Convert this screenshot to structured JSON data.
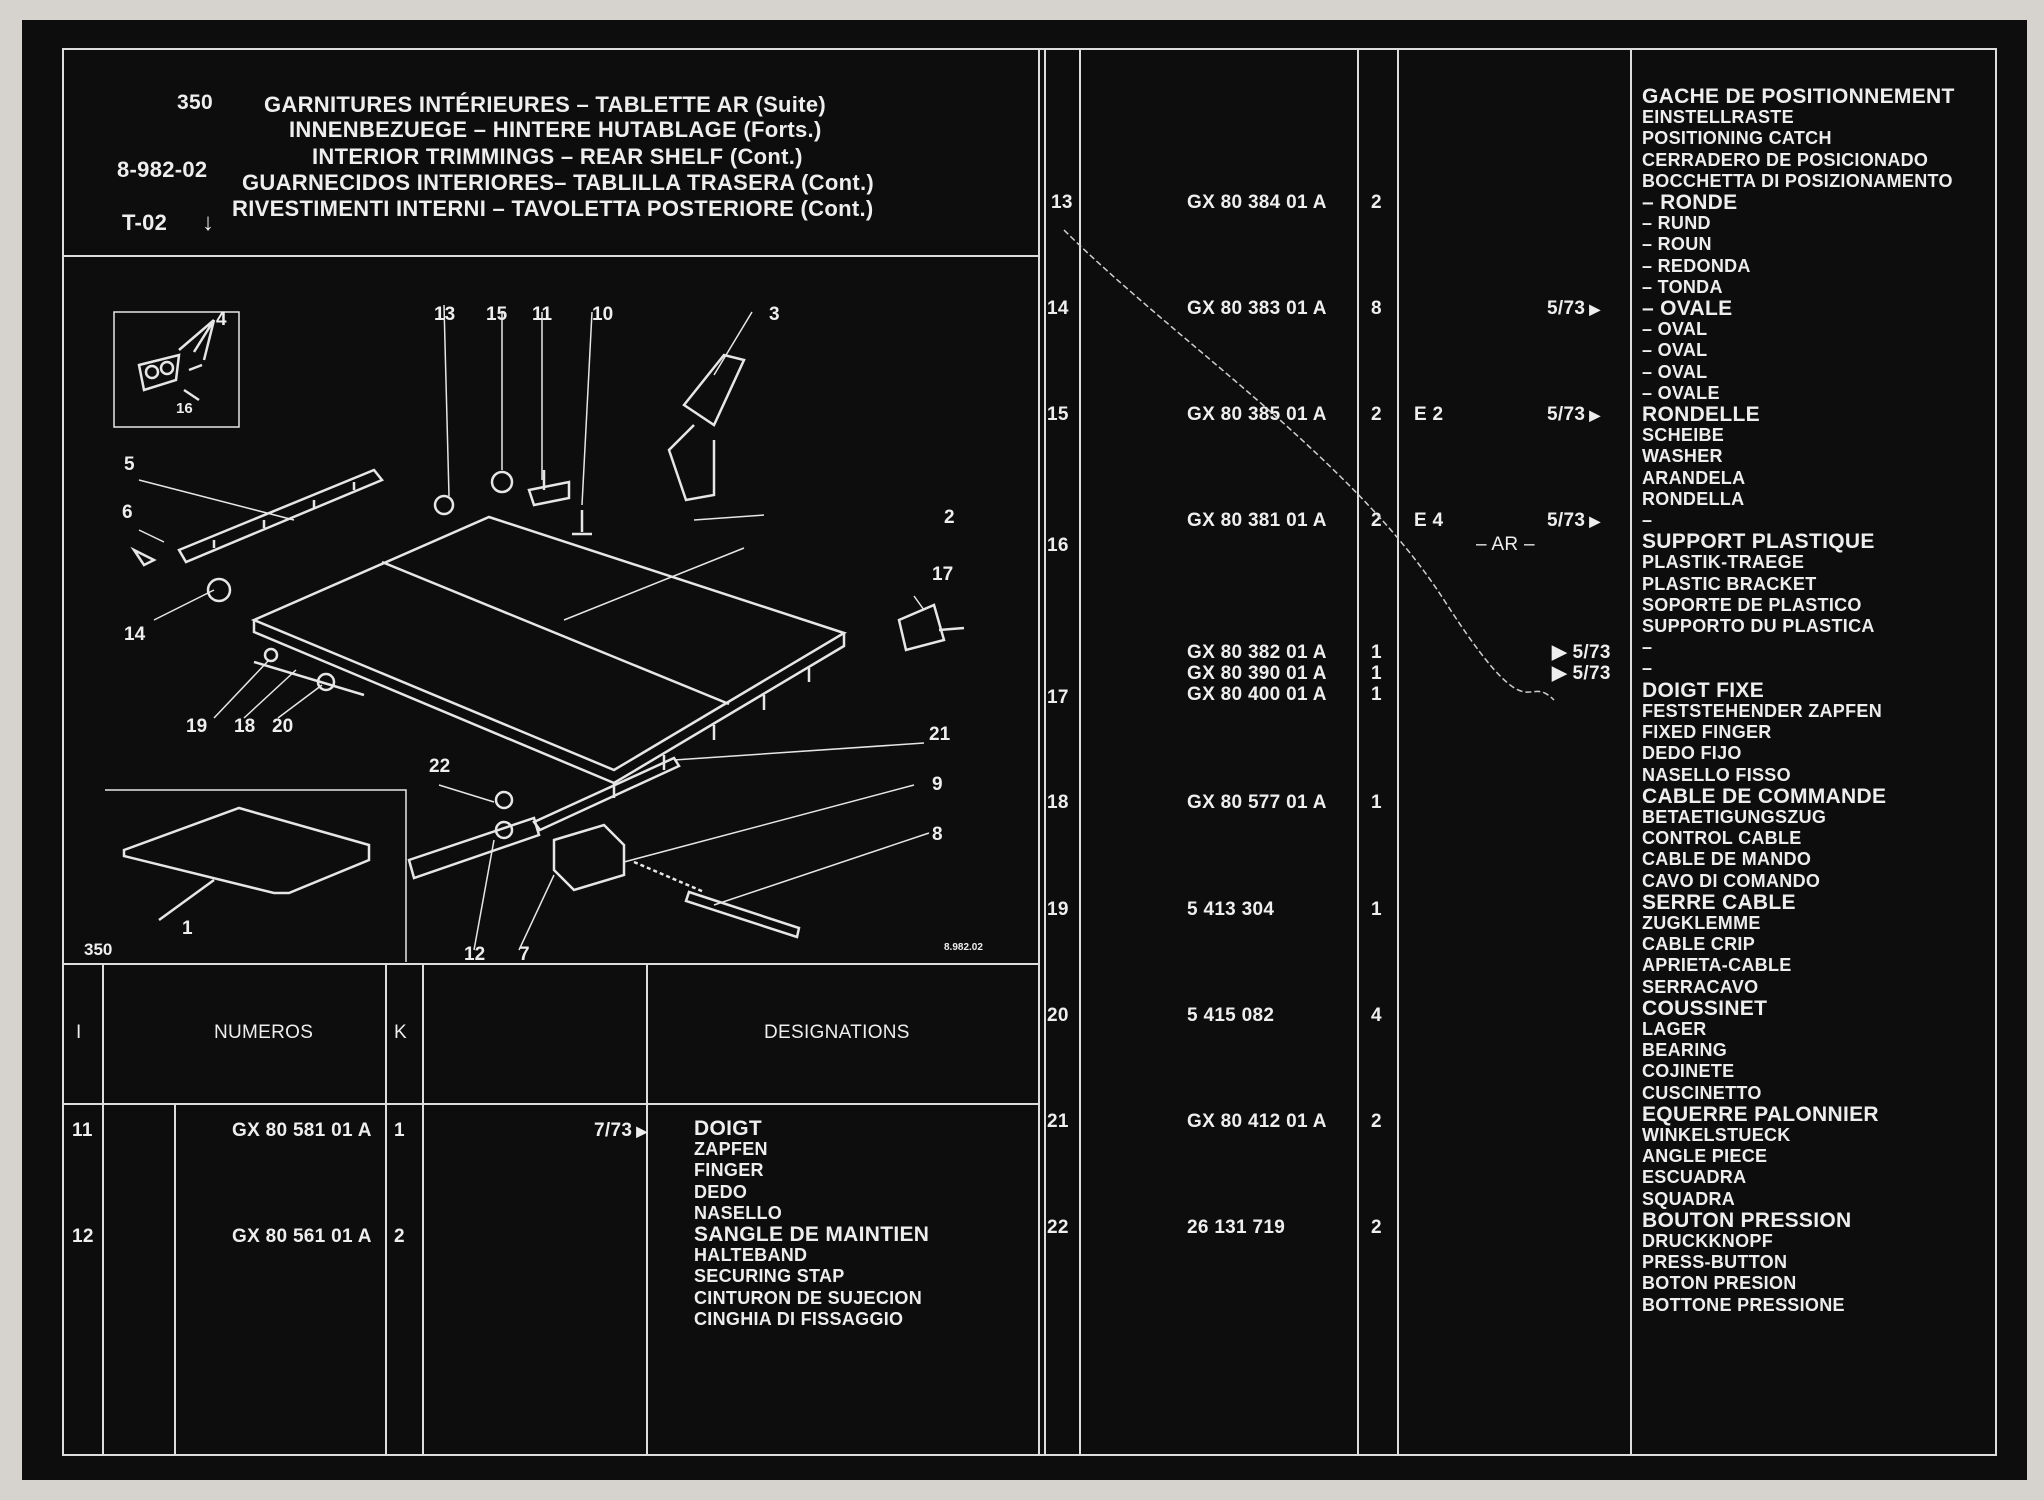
{
  "header": {
    "page_no": "350",
    "ref_code": "8-982-02",
    "section_code": "T-02",
    "titles": [
      "GARNITURES INTÉRIEURES – TABLETTE AR (Suite)",
      "INNENBEZUEGE – HINTERE HUTABLAGE (Forts.)",
      "INTERIOR TRIMMINGS – REAR SHELF (Cont.)",
      "GUARNECIDOS INTERIORES– TABLILLA TRASERA (Cont.)",
      "RIVESTIMENTI INTERNI – TAVOLETTA POSTERIORE (Cont.)"
    ]
  },
  "diagram": {
    "callouts": [
      "1",
      "2",
      "3",
      "4",
      "5",
      "6",
      "7",
      "8",
      "9",
      "10",
      "11",
      "12",
      "13",
      "14",
      "15",
      "16",
      "17",
      "18",
      "19",
      "20",
      "21",
      "22"
    ],
    "plate_no": "350",
    "drawing_ref": "8.982.02"
  },
  "table_header": {
    "col_i": "I",
    "col_numeros": "NUMEROS",
    "col_k": "K",
    "col_designations": "DESIGNATIONS"
  },
  "left_rows": [
    {
      "index": "11",
      "part": "GX 80 581 01 A",
      "qty": "1",
      "ref": "7/73",
      "desc": [
        "DOIGT",
        "ZAPFEN",
        "FINGER",
        "DEDO",
        "NASELLO"
      ]
    },
    {
      "index": "12",
      "part": "GX 80 561 01 A",
      "qty": "2",
      "ref": "",
      "desc": [
        "SANGLE DE MAINTIEN",
        "HALTEBAND",
        "SECURING STAP",
        "CINTURON DE SUJECION",
        "CINGHIA DI FISSAGGIO"
      ]
    }
  ],
  "right_rows": [
    {
      "index": "13",
      "part": "GX 80 384 01 A",
      "qty": "2"
    },
    {
      "index": "14",
      "part": "GX 80 383 01 A",
      "qty": "8",
      "ref": "5/73"
    },
    {
      "index": "15",
      "part": "GX 80 385 01 A",
      "qty": "2",
      "code": "E 2",
      "ref": "5/73"
    },
    {
      "index": "16",
      "part": "GX 80 381 01 A",
      "qty": "2",
      "code": "E 4",
      "note": "– AR –",
      "ref": "5/73"
    },
    {
      "index": "17",
      "parts": [
        "GX 80 382 01 A",
        "GX 80 390 01 A",
        "GX 80 400 01 A"
      ],
      "qtys": [
        "1",
        "1",
        "1"
      ],
      "refs": [
        "5/73",
        "5/73"
      ]
    },
    {
      "index": "18",
      "part": "GX 80 577 01 A",
      "qty": "1"
    },
    {
      "index": "19",
      "part": "5 413 304",
      "qty": "1"
    },
    {
      "index": "20",
      "part": "5 415 082",
      "qty": "4"
    },
    {
      "index": "21",
      "part": "GX 80 412 01 A",
      "qty": "2"
    },
    {
      "index": "22",
      "part": "26 131 719",
      "qty": "2"
    }
  ],
  "designations": [
    "GACHE DE POSITIONNEMENT",
    "EINSTELLRASTE",
    "POSITIONING CATCH",
    "CERRADERO DE POSICIONADO",
    "BOCCHETTA DI POSIZIONAMENTO",
    "– RONDE",
    "– RUND",
    "– ROUN",
    "– REDONDA",
    "– TONDA",
    "– OVALE",
    "– OVAL",
    "– OVAL",
    "– OVAL",
    "– OVALE",
    "RONDELLE",
    "SCHEIBE",
    "WASHER",
    "ARANDELA",
    "RONDELLA",
    "–",
    "SUPPORT PLASTIQUE",
    "PLASTIK-TRAEGE",
    "PLASTIC BRACKET",
    "SOPORTE DE PLASTICO",
    "SUPPORTO DU PLASTICA",
    "–",
    "–",
    "DOIGT FIXE",
    "FESTSTEHENDER ZAPFEN",
    "FIXED FINGER",
    "DEDO FIJO",
    "NASELLO FISSO",
    "CABLE DE COMMANDE",
    "BETAETIGUNGSZUG",
    "CONTROL CABLE",
    "CABLE DE MANDO",
    "CAVO DI COMANDO",
    "SERRE CABLE",
    "ZUGKLEMME",
    "CABLE CRIP",
    "APRIETA-CABLE",
    "SERRACAVO",
    "COUSSINET",
    "LAGER",
    "BEARING",
    "COJINETE",
    "CUSCINETTO",
    "EQUERRE PALONNIER",
    "WINKELSTUECK",
    "ANGLE PIECE",
    "ESCUADRA",
    "SQUADRA",
    "BOUTON PRESSION",
    "DRUCKKNOPF",
    "PRESS-BUTTON",
    "BOTON PRESION",
    "BOTTONE PRESSIONE"
  ]
}
